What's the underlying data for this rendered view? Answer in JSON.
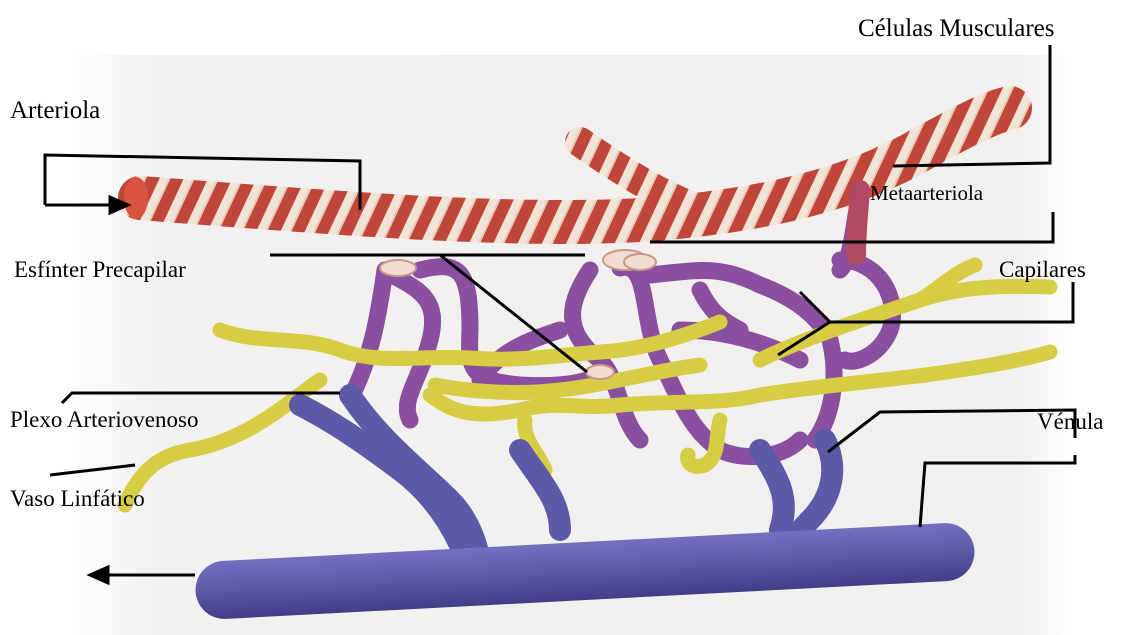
{
  "labels": {
    "celulas_musculares": "Células Musculares",
    "arteriola": "Arteriola",
    "metaarteriola": "Metaarteriola",
    "esfinter_precapilar": "Esfínter Precapilar",
    "capilares": "Capilares",
    "plexo_arteriovenoso": "Plexo Arteriovenoso",
    "venula": "Vénula",
    "vaso_linfatico": "Vaso Linfático"
  },
  "colors": {
    "arteriole": "#c0463a",
    "muscle_band": "#f2e8dc",
    "capillary": "#8a4f9e",
    "venule": "#5c5aa8",
    "lymphatic": "#d6cd45",
    "leader_line": "#000000"
  }
}
